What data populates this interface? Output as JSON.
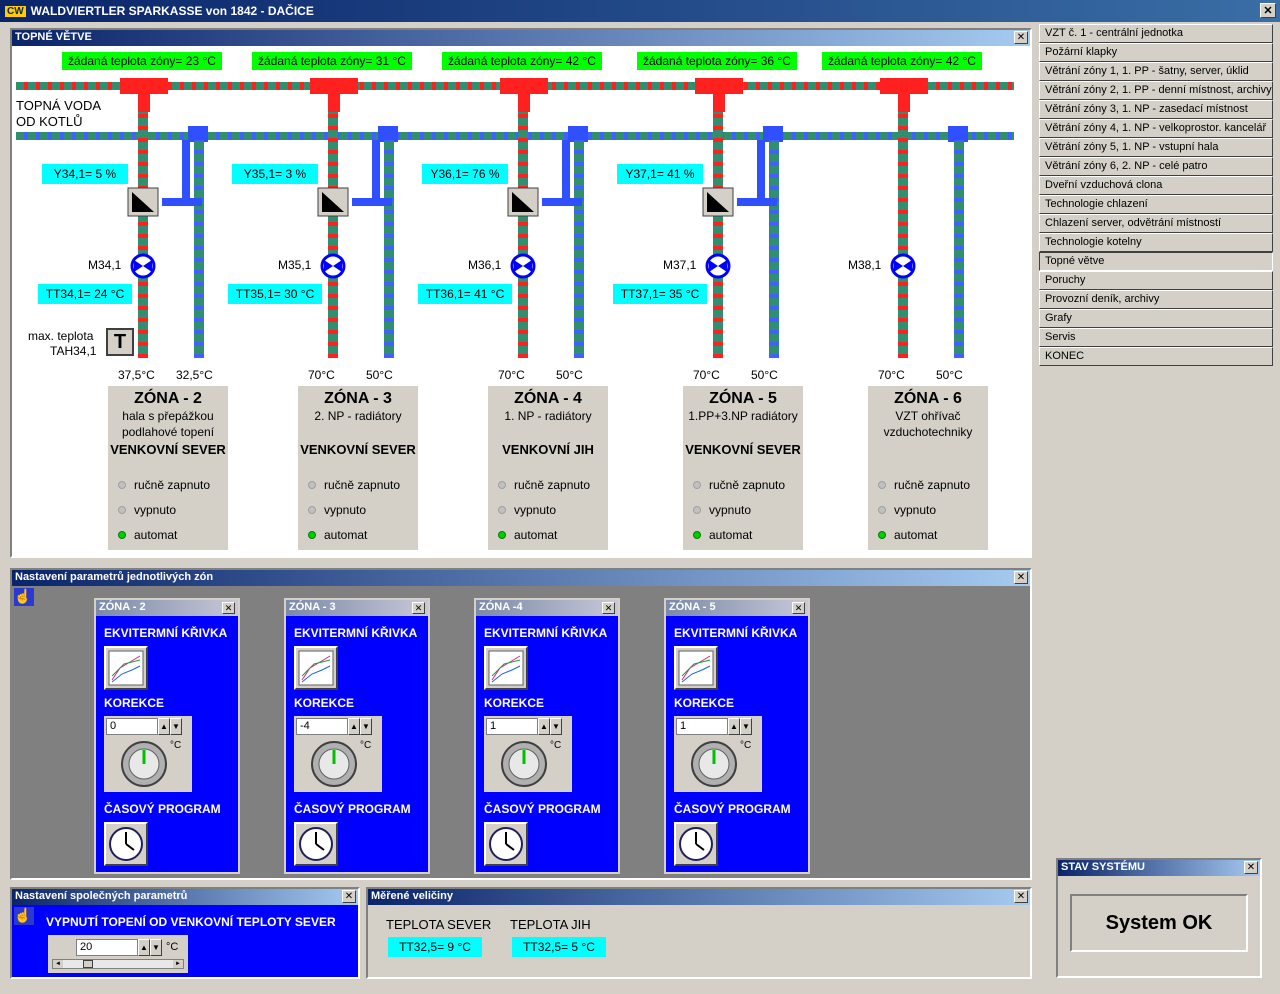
{
  "window": {
    "logo": "CW",
    "title": "WALDVIERTLER SPARKASSE von  1842 - DAČICE"
  },
  "heating": {
    "title": "TOPNÉ VĚTVE",
    "source_label_1": "TOPNÁ VODA",
    "source_label_2": "OD KOTLŮ",
    "max_temp_label_1": "max. teplota",
    "max_temp_label_2": "TAH34,1",
    "max_temp_icon": "T",
    "zones": [
      {
        "setpoint": "žádaná teplota zóny= 23 °C",
        "valve": "Y34,1=  5 %",
        "pump": "M34,1",
        "temp": "TT34,1= 24 °C",
        "t_supply": "37,5°C",
        "t_return": "32,5°C",
        "name": "ZÓNA - 2",
        "desc1": "hala s přepážkou",
        "desc2": "podlahové topení",
        "sensor": "VENKOVNÍ SEVER"
      },
      {
        "setpoint": "žádaná teplota zóny= 31 °C",
        "valve": "Y35,1=  3 %",
        "pump": "M35,1",
        "temp": "TT35,1= 30 °C",
        "t_supply": "70°C",
        "t_return": "50°C",
        "name": "ZÓNA - 3",
        "desc1": "2. NP - radiátory",
        "desc2": "",
        "sensor": "VENKOVNÍ SEVER"
      },
      {
        "setpoint": "žádaná teplota zóny= 42 °C",
        "valve": "Y36,1= 76 %",
        "pump": "M36,1",
        "temp": "TT36,1= 41 °C",
        "t_supply": "70°C",
        "t_return": "50°C",
        "name": "ZÓNA - 4",
        "desc1": "1. NP - radiátory",
        "desc2": "",
        "sensor": "VENKOVNÍ JIH"
      },
      {
        "setpoint": "žádaná teplota zóny= 36 °C",
        "valve": "Y37,1= 41 %",
        "pump": "M37,1",
        "temp": "TT37,1= 35 °C",
        "t_supply": "70°C",
        "t_return": "50°C",
        "name": "ZÓNA - 5",
        "desc1": "1.PP+3.NP radiátory",
        "desc2": "",
        "sensor": "VENKOVNÍ SEVER"
      },
      {
        "setpoint": "žádaná teplota zóny= 42 °C",
        "valve": "",
        "pump": "M38,1",
        "temp": "",
        "t_supply": "70°C",
        "t_return": "50°C",
        "name": "ZÓNA - 6",
        "desc1": "VZT ohřívač",
        "desc2": "vzduchotechniky",
        "sensor": ""
      }
    ],
    "modes": [
      "ručně zapnuto",
      "vypnuto",
      "automat"
    ],
    "active_mode": "automat"
  },
  "params": {
    "title": "Nastavení parametrů jednotlivých zón",
    "curve_label": "EKVITERMNÍ KŘIVKA",
    "correction_label": "KOREKCE",
    "program_label": "ČASOVÝ PROGRAM",
    "unit": "°C",
    "zones": [
      {
        "title": "ZÓNA - 2",
        "correction": "0"
      },
      {
        "title": "ZÓNA - 3",
        "correction": "-4"
      },
      {
        "title": "ZÓNA -4",
        "correction": "1"
      },
      {
        "title": "ZÓNA - 5",
        "correction": "1"
      }
    ]
  },
  "common": {
    "title": "Nastavení společných parametrů",
    "label": "VYPNUTÍ TOPENÍ OD VENKOVNÍ TEPLOTY SEVER",
    "value": "20",
    "unit": "°C"
  },
  "measured": {
    "title": "Měřené veličiny",
    "north_label": "TEPLOTA SEVER",
    "south_label": "TEPLOTA JIH",
    "north_value": "TT32,5=  9 °C",
    "south_value": "TT32,5=  5 °C"
  },
  "status": {
    "title": "STAV SYSTÉMU",
    "value": "System OK"
  },
  "menu": {
    "items": [
      "VZT č. 1 - centrální jednotka",
      "Požární klapky",
      "Větrání zóny 1, 1. PP - šatny, server, úklid",
      "Větrání zóny 2, 1. PP - denní místnost, archivy",
      "Větrání zóny 3, 1. NP - zasedací místnost",
      "Větrání zóny 4, 1. NP - velkoprostor. kancelář",
      "Větrání zóny 5, 1. NP - vstupní hala",
      "Větrání zóny 6, 2. NP - celé patro",
      "Dveřní vzduchová clona",
      "Technologie chlazení",
      "Chlazení server, odvětrání místností",
      "Technologie kotelny",
      "Topné větve",
      "Poruchy",
      "Provozní deník, archivy",
      "Grafy",
      "Servis",
      "KONEC"
    ],
    "active": "Topné větve"
  },
  "colors": {
    "supply": "#ff0000",
    "return": "#0000ff",
    "valve_band": "#00ffff",
    "setpoint_band": "#00ff00"
  }
}
